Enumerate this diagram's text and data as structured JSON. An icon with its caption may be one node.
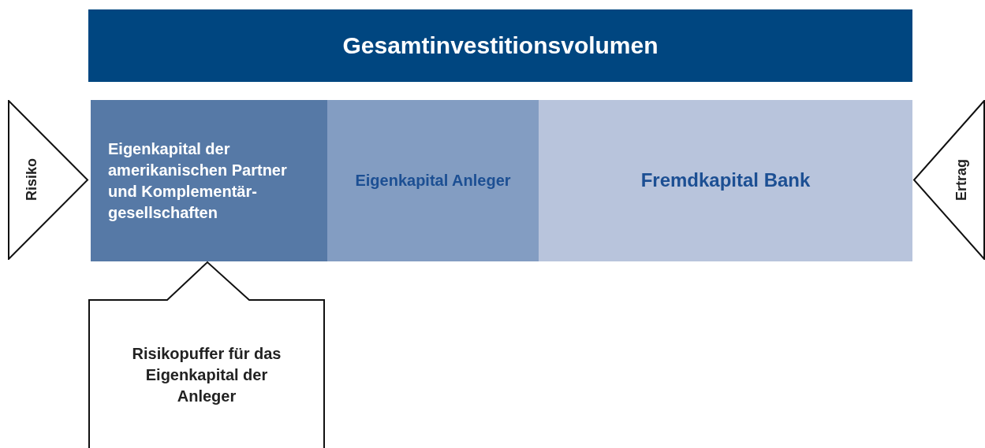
{
  "diagram": {
    "nodes": [
      {
        "text": [
          "Gesamtinvestitionsvolumen"
        ]
      },
      {
        "text": [
          "Eigenkapital der amerikanischen Partner und Komplementär- gesellschaften"
        ]
      },
      {
        "text": [
          "Eigenkapital Anleger"
        ]
      },
      {
        "text": [
          "Fremdkapital Bank"
        ]
      },
      {
        "text": [
          "Risiko"
        ]
      },
      {
        "text": [
          "Ertrag"
        ]
      },
      {
        "text": [
          "Risikopuffer für das Eigenkapital der Anleger"
        ]
      }
    ]
  }
}
